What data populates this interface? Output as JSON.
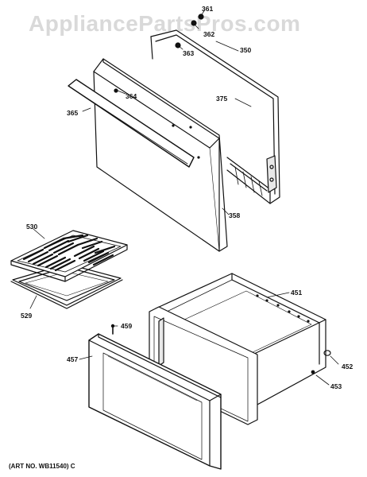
{
  "watermark": "AppliancePartsPros.com",
  "art_number": "(ART NO. WB11540) C",
  "parts": {
    "p361": "361",
    "p362": "362",
    "p363": "363",
    "p350": "350",
    "p364": "364",
    "p365": "365",
    "p375": "375",
    "p358": "358",
    "p530": "530",
    "p529": "529",
    "p451": "451",
    "p459": "459",
    "p457": "457",
    "p452": "452",
    "p453": "453"
  }
}
